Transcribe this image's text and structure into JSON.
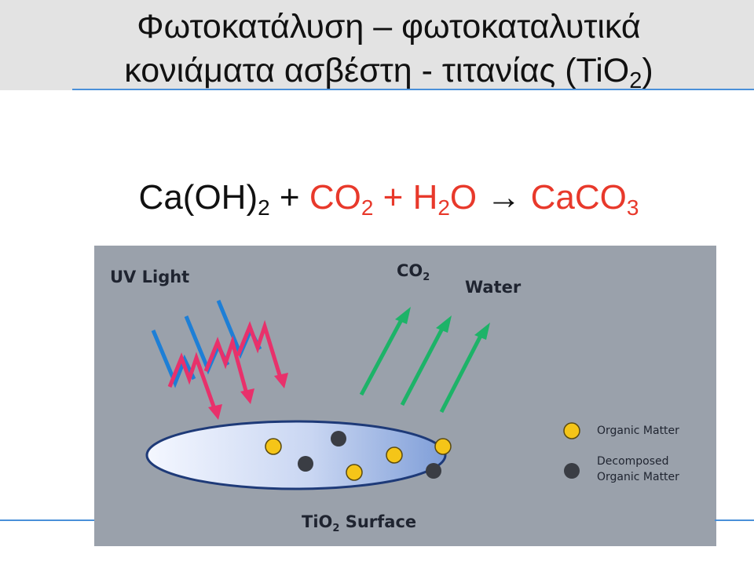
{
  "title": {
    "line1": "Φωτοκατάλυση – φωτοκαταλυτικά",
    "line2": "κονιάματα   ασβέστη - τιτανίας (TiO",
    "line2_sub": "2",
    "line2_end": ")"
  },
  "equation": {
    "reactant1": "Ca(OH)",
    "reactant1_sub": "2",
    "plus1": " + ",
    "reactant2": "CO",
    "reactant2_sub": "2",
    "plus2": " + H",
    "reactant3_sub": "2",
    "reactant3_end": "O",
    "arrow": "  →  ",
    "product": "CaCO",
    "product_sub": "3"
  },
  "diagram": {
    "uv_label": "UV Light",
    "co2_label": "CO",
    "co2_sub": "2",
    "water_label": "Water",
    "surface_label": "TiO",
    "surface_sub": "2",
    "surface_end": " Surface",
    "legend": {
      "organic": "Organic Matter",
      "decomposed_line1": "Decomposed",
      "decomposed_line2": "Organic Matter"
    },
    "colors": {
      "background": "#9aa1ab",
      "uv_blue": "#1e7fd6",
      "uv_pink": "#e8316b",
      "green_arrow": "#1db368",
      "organic_dot": "#f5c518",
      "decomposed_dot": "#3a3d44"
    }
  }
}
